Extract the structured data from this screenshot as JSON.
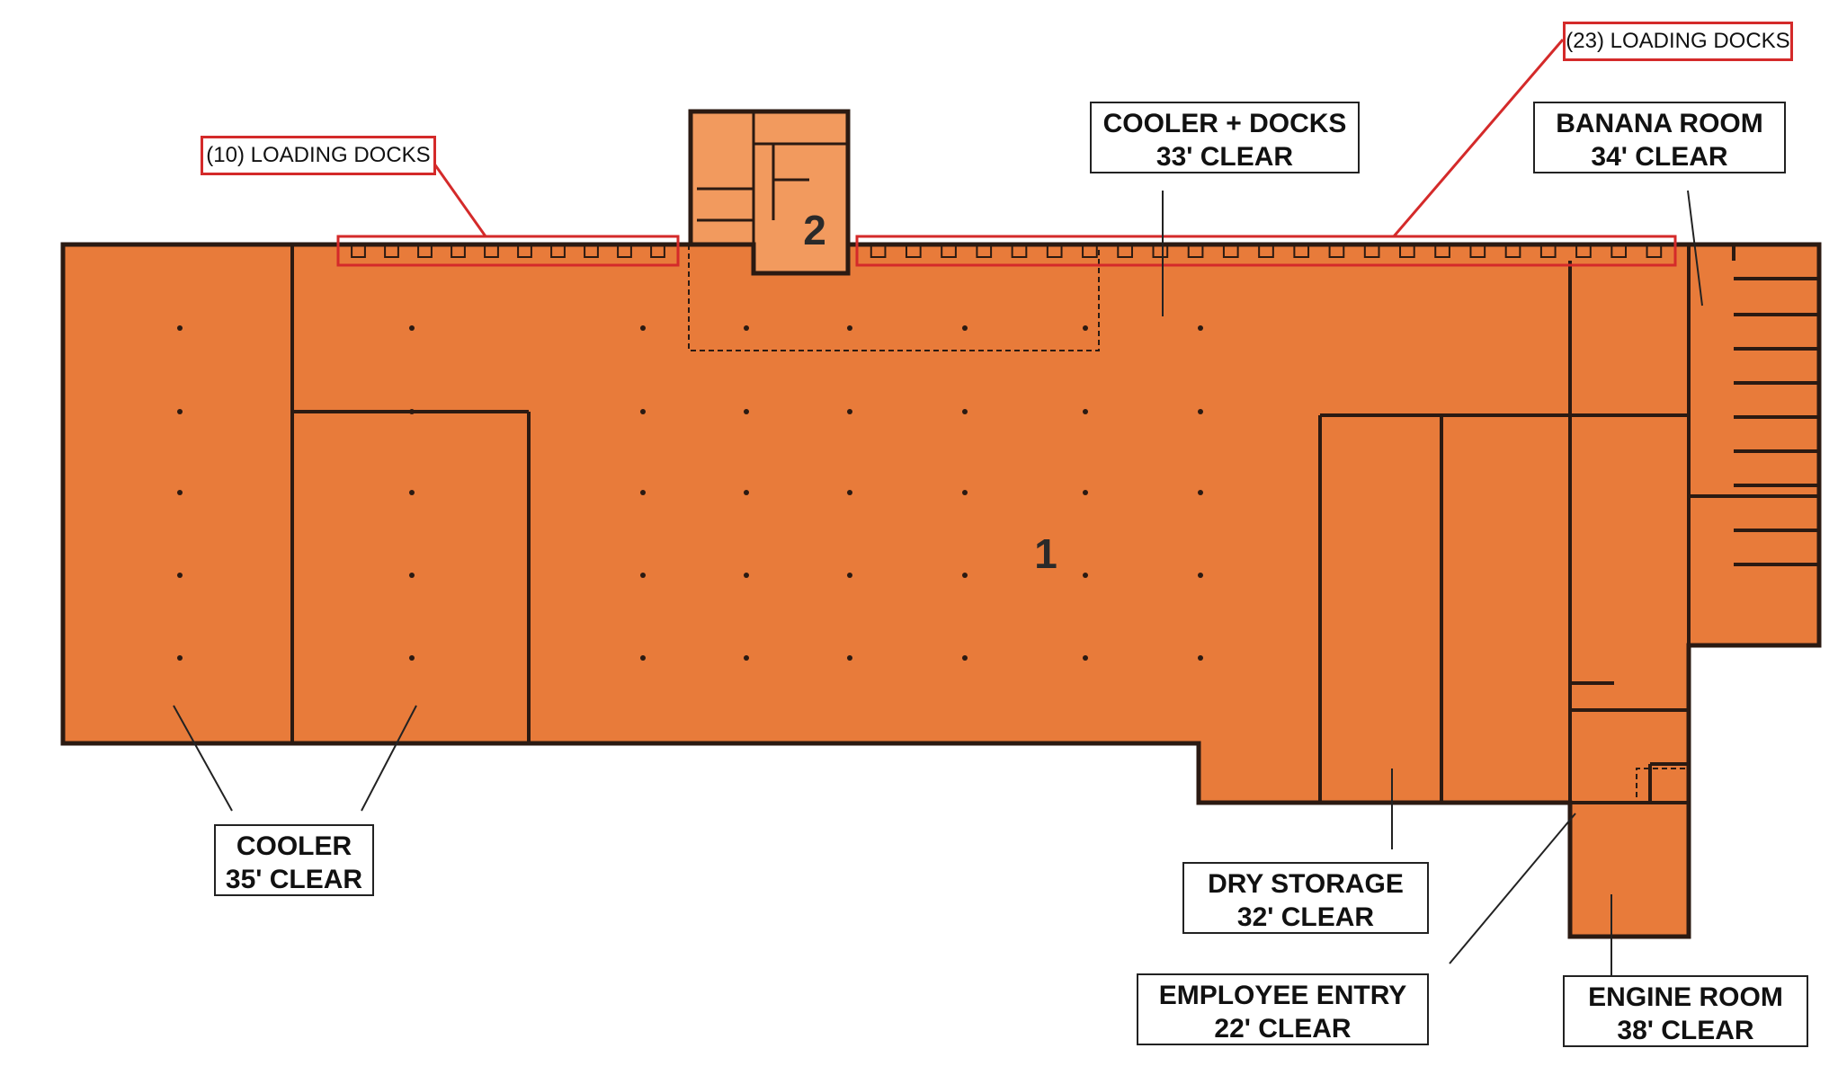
{
  "colors": {
    "floor": "#e87b3a",
    "office": "#f29a5e",
    "wall": "#2b1a12",
    "callout_red": "#d42a2a",
    "leader": "#222222"
  },
  "units": {
    "main": "1",
    "office": "2"
  },
  "docks": {
    "west": {
      "label": "(10) LOADING DOCKS",
      "count": 10
    },
    "north": {
      "label": "(23) LOADING DOCKS",
      "count": 23
    }
  },
  "labels": {
    "cooler_docks": {
      "line1": "COOLER + DOCKS",
      "line2": "33' CLEAR"
    },
    "banana_room": {
      "line1": "BANANA ROOM",
      "line2": "34' CLEAR"
    },
    "cooler": {
      "line1": "COOLER",
      "line2": "35' CLEAR"
    },
    "dry_storage": {
      "line1": "DRY STORAGE",
      "line2": "32' CLEAR"
    },
    "employee_entry": {
      "line1": "EMPLOYEE ENTRY",
      "line2": "22' CLEAR"
    },
    "engine_room": {
      "line1": "ENGINE ROOM",
      "line2": "38' CLEAR"
    }
  }
}
